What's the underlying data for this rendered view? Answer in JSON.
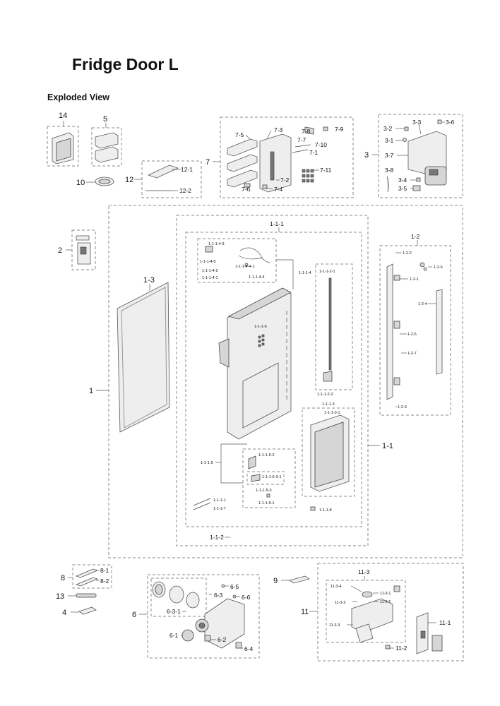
{
  "title": "Fridge Door L",
  "subtitle": "Exploded View",
  "labels": {
    "p14": "14",
    "p5": "5",
    "p10": "10",
    "p12": "12",
    "p12_1": "12-1",
    "p12_2": "12-2",
    "p7": "7",
    "p7_1": "7-1",
    "p7_2": "7-2",
    "p7_3": "7-3",
    "p7_4": "7-4",
    "p7_5": "7-5",
    "p7_6": "7-6",
    "p7_7": "7-7",
    "p7_8": "7-8",
    "p7_9": "7-9",
    "p7_10": "7-10",
    "p7_11": "7-11",
    "p3": "3",
    "p3_1": "3-1",
    "p3_2": "3-2",
    "p3_3": "3-3",
    "p3_4": "3-4",
    "p3_5": "3-5",
    "p3_6": "3-6",
    "p3_7": "3-7",
    "p3_8": "3-8",
    "p2": "2",
    "p1": "1",
    "p1_3": "1-3",
    "p1_1": "1-1",
    "p1_2": "1-2",
    "p1_1_1": "1-1-1",
    "p1_1_1_4": "1-1-1-4",
    "p1_1_1_4_3": "1-1-1-4-3",
    "p1_1_1_4_5": "1-1-1-4-5",
    "p1_1_1_4_2": "1-1-1-4-2",
    "p1_1_1_4_1": "1-1-1-4-1",
    "p1_1_1_4_4_1": "1-1-1-4-4-1",
    "p1_1_1_4_4": "1-1-1-4-4",
    "p1_1_1_6": "1-1-1-6",
    "p1_1_1_5": "1-1-1-5",
    "p1_1_1_5_2": "1-1-1-5-2",
    "p1_1_1_5_3_1": "1-1-1-5-3-1",
    "p1_1_1_5_3": "1-1-1-5-3",
    "p1_1_1_5_1": "1-1-1-5-1",
    "p1_1_1_1": "1-1-1-1",
    "p1_1_1_7": "1-1-1-7",
    "p1_1_1_2_1": "1-1-1-2-1",
    "p1_1_1_2_2": "1-1-1-2-2",
    "p1_1_1_3": "1-1-1-3",
    "p1_1_1_3_1": "1-1-1-3-1",
    "p1_1_1_8": "1-1-1-8",
    "p1_1_2": "1-1-2",
    "p1_2_1": "1-2-1",
    "p1_2_2": "1-2-2",
    "p1_2_3": "1-2-3",
    "p1_2_4": "1-2-4",
    "p1_2_5": "1-2-5",
    "p1_2_6": "1-2-6",
    "p1_2_7": "1-2-7",
    "p8": "8",
    "p8_1": "8-1",
    "p8_2": "8-2",
    "p13": "13",
    "p4": "4",
    "p6": "6",
    "p6_1": "6-1",
    "p6_2": "6-2",
    "p6_3": "6-3",
    "p6_3_1": "6-3-1",
    "p6_4": "6-4",
    "p6_5": "6-5",
    "p6_6": "6-6",
    "p9": "9",
    "p11": "11",
    "p11_1": "11-1",
    "p11_2": "11-2",
    "p11_3": "11-3",
    "p11_3_1": "11-3-1",
    "p11_3_2": "11-3-2",
    "p11_3_3": "11-3-3",
    "p11_3_4": "11-3-4",
    "p11_3_5": "11-3-5"
  }
}
